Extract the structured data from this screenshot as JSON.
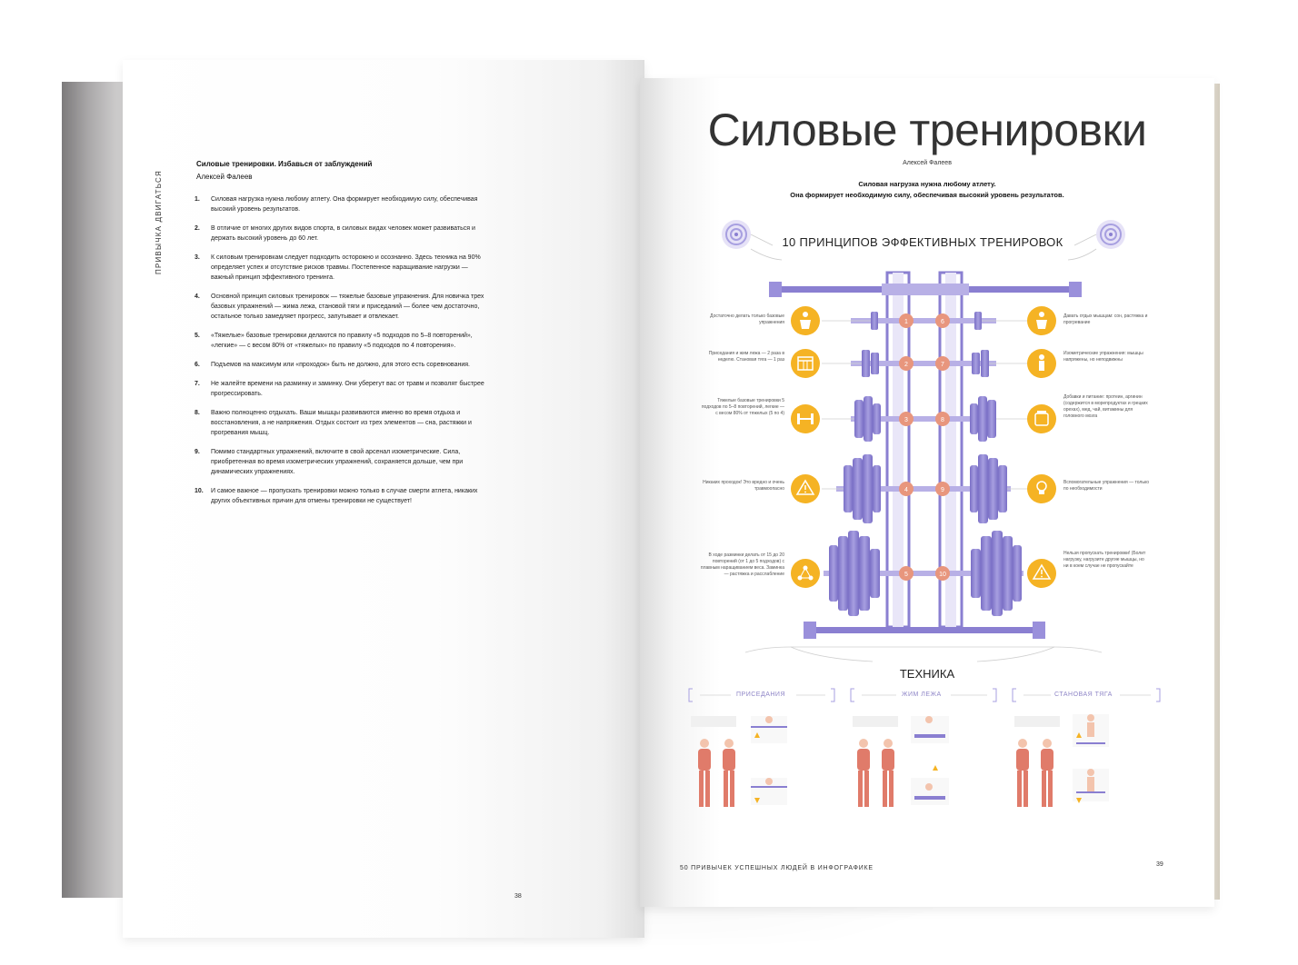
{
  "left_page": {
    "side_label": "ПРИВЫЧКА ДВИГАТЬСЯ",
    "title": "Силовые тренировки. Избавься от заблуждений",
    "author": "Алексей Фалеев",
    "items": [
      {
        "num": "1.",
        "text": "Силовая нагрузка нужна любому атлету. Она формирует необходимую силу, обеспечивая высокий уровень результатов."
      },
      {
        "num": "2.",
        "text": "В отличие от многих других видов спорта, в силовых видах человек может развиваться и держать высокий уровень до 60 лет."
      },
      {
        "num": "3.",
        "text": "К силовым тренировкам следует подходить осторожно и осознанно. Здесь техника на 90% определяет успех и отсутствие рисков травмы. Постепенное наращивание нагрузки — важный принцип эффективного тренинга."
      },
      {
        "num": "4.",
        "text": "Основной принцип силовых тренировок — тяжелые базовые упражнения. Для новичка трех базовых упражнений — жима лежа, становой тяги и приседаний — более чем достаточно, остальное только замедляет прогресс, запутывает и отвлекает."
      },
      {
        "num": "5.",
        "text": "«Тяжелые» базовые тренировки делаются по правилу «5 подходов по 5–8 повторений», «легкие» — с весом 80% от «тяжелых» по правилу «5 подходов по 4 повторения»."
      },
      {
        "num": "6.",
        "text": "Подъемов на максимум или «проходок» быть не должно, для этого есть соревнования."
      },
      {
        "num": "7.",
        "text": "Не жалейте времени на разминку и заминку. Они уберегут вас от травм и позволят быстрее прогрессировать."
      },
      {
        "num": "8.",
        "text": "Важно полноценно отдыхать. Ваши мышцы развиваются именно во время отдыха и восстановления, а не напряжения. Отдых состоит из трех элементов — сна, растяжки и прогревания мышц."
      },
      {
        "num": "9.",
        "text": "Помимо стандартных упражнений, включите в свой арсенал изометрические. Сила, приобретенная во время изометрических упражнений, сохраняется дольше, чем при динамических упражнениях."
      },
      {
        "num": "10.",
        "text": "И самое важное — пропускать тренировки можно только в случае смерти атлета, никаких других объективных причин для отмены тренировки не существует!"
      }
    ],
    "page_number": "38"
  },
  "right_page": {
    "title": "Силовые тренировки",
    "author": "Алексей Фалеев",
    "subtitle_line1": "Силовая нагрузка нужна любому атлету.",
    "subtitle_line2": "Она формирует необходимую силу, обеспечивая высокий уровень результатов.",
    "principles_heading": "10 ПРИНЦИПОВ ЭФФЕКТИВНЫХ ТРЕНИРОВОК",
    "notes_left": [
      "Достаточно делать только базовые упражнения",
      "Приседания и жим лежа — 2 раза в неделю. Становая тяга — 1 раз",
      "Тяжелые базовые тренировки 5 подходов по 5–8 повторений, легкие — с весом 80% от тяжелых (5 по 4)",
      "Никаких проходок! Это вредно и очень травмоопасно",
      "В ходе разминки делать от 15 до 20 повторений (от 1 до 5 подходов) с плавным наращиванием веса. Заминка — растяжка и расслабление"
    ],
    "notes_right": [
      "Давать отдых мышцам: сон, растяжка и прогревание",
      "Изометрические упражнения: мышцы напряжены, но неподвижны",
      "Добавки и питание: протеин, аргинин (содержится в морепродуктах и грецких орехах), мед, чай, витамины для головного мозга",
      "Вспомогательные упражнения — только по необходимости",
      "Нельзя пропускать тренировки! (Болит нагрузку, нагрузите другие мышцы, но ни в коем случае не пропускайте"
    ],
    "numbers_left": [
      "1",
      "2",
      "3",
      "4",
      "5"
    ],
    "numbers_right": [
      "6",
      "7",
      "8",
      "9",
      "10"
    ],
    "technique_heading": "ТЕХНИКА",
    "technique_labels": [
      "ПРИСЕДАНИЯ",
      "ЖИМ ЛЕЖА",
      "СТАНОВАЯ ТЯГА"
    ],
    "footer": "50 ПРИВЫЧЕК УСПЕШНЫХ ЛЮДЕЙ В ИНФОГРАФИКЕ",
    "page_number": "39"
  },
  "colors": {
    "accent_purple": "#8a7fd1",
    "purple_light": "#b8b0e6",
    "accent_orange": "#f5b324",
    "number_badge": "#e8967d",
    "muscle_red": "#e07b6a"
  },
  "icons": [
    "target-icon",
    "person-icon",
    "calendar-icon",
    "dumbbell-icon",
    "warning-icon",
    "network-icon",
    "bulb-icon",
    "jar-icon"
  ]
}
